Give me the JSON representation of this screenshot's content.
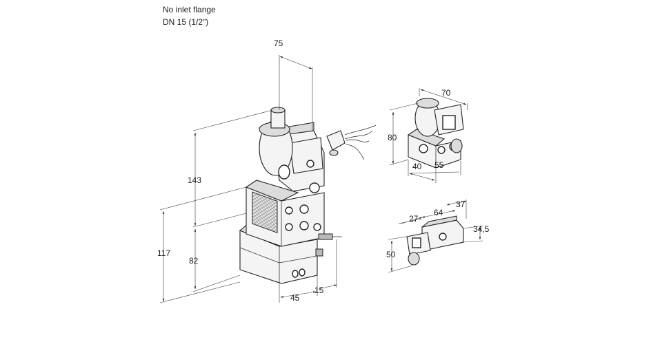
{
  "header": {
    "line1": "No inlet flange",
    "line2": "DN 15 (1/2\")"
  },
  "dimensions": {
    "main_width": "75",
    "main_height_top": "143",
    "main_height_total": "117",
    "main_height_lower": "82",
    "main_depth": "45",
    "main_offset": "15",
    "side_width": "70",
    "side_height": "80",
    "side_depth_a": "40",
    "side_depth_b": "55",
    "small_a": "27",
    "small_b": "64",
    "small_c": "37",
    "small_d": "34,5",
    "small_height": "50"
  }
}
